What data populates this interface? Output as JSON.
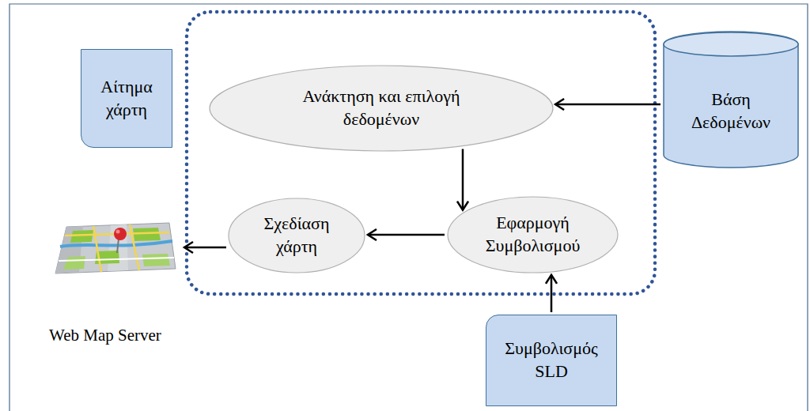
{
  "diagram": {
    "nodes": [
      {
        "text": [
          "Αίτημα χάρτη"
        ]
      },
      {
        "text": [
          "Ανάκτηση και επιλογή δεδομένων"
        ]
      },
      {
        "text": [
          "Βάση Δεδομένων"
        ]
      },
      {
        "text": [
          "Εφαρμογή Συμβολισμού"
        ]
      },
      {
        "text": [
          "Σχεδίαση χάρτη"
        ]
      },
      {
        "text": [
          "Συμβολισμός SLD"
        ]
      }
    ],
    "edges": [
      {
        "from": 2,
        "to": 1,
        "arrow": "to"
      },
      {
        "from": 1,
        "to": 3,
        "arrow": "to"
      },
      {
        "from": 3,
        "to": 4,
        "arrow": "to"
      },
      {
        "from": 5,
        "to": 3,
        "arrow": "to"
      }
    ],
    "labels": [
      "Web Map Server"
    ]
  }
}
